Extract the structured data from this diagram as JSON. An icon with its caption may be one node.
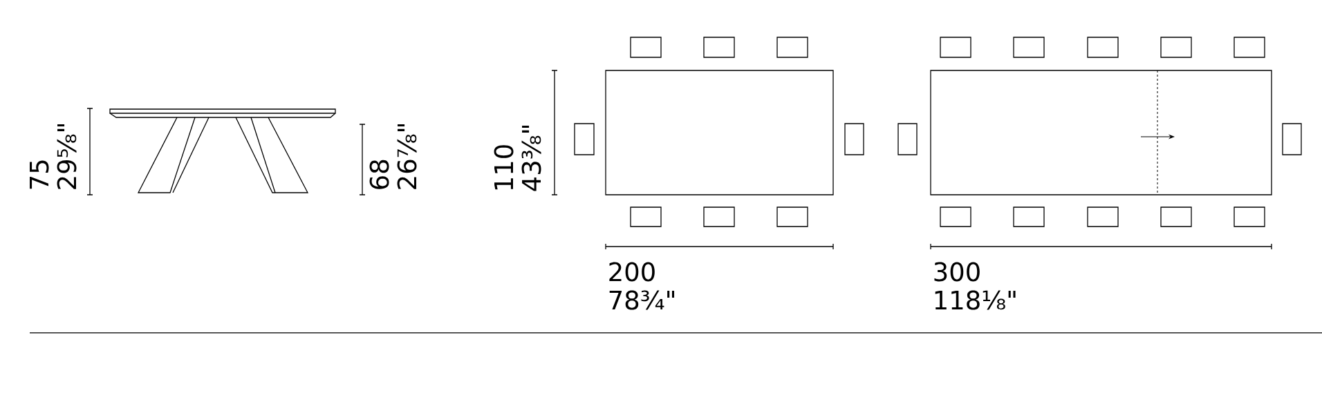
{
  "diagram": {
    "labels": [
      "75",
      "29⅝\"",
      "68",
      "26⅞\"",
      "110",
      "43⅜\"",
      "200",
      "78¾\"",
      "300",
      "118⅛\""
    ]
  }
}
